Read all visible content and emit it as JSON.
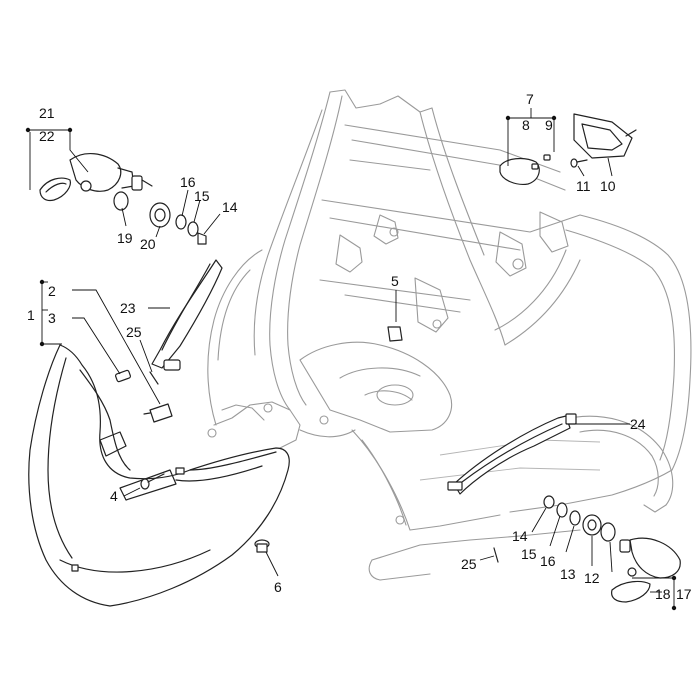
{
  "diagram": {
    "callouts": [
      {
        "id": "c1",
        "text": "1"
      },
      {
        "id": "c2",
        "text": "2"
      },
      {
        "id": "c3",
        "text": "3"
      },
      {
        "id": "c4",
        "text": "4"
      },
      {
        "id": "c5",
        "text": "5"
      },
      {
        "id": "c6",
        "text": "6"
      },
      {
        "id": "c7",
        "text": "7"
      },
      {
        "id": "c8",
        "text": "8"
      },
      {
        "id": "c9",
        "text": "9"
      },
      {
        "id": "c10",
        "text": "10"
      },
      {
        "id": "c11",
        "text": "11"
      },
      {
        "id": "c12",
        "text": "12"
      },
      {
        "id": "c13",
        "text": "13"
      },
      {
        "id": "c14a",
        "text": "14"
      },
      {
        "id": "c14b",
        "text": "14"
      },
      {
        "id": "c15a",
        "text": "15"
      },
      {
        "id": "c15b",
        "text": "15"
      },
      {
        "id": "c16a",
        "text": "16"
      },
      {
        "id": "c16b",
        "text": "16"
      },
      {
        "id": "c17",
        "text": "17"
      },
      {
        "id": "c18",
        "text": "18"
      },
      {
        "id": "c19",
        "text": "19"
      },
      {
        "id": "c20",
        "text": "20"
      },
      {
        "id": "c21",
        "text": "21"
      },
      {
        "id": "c22",
        "text": "22"
      },
      {
        "id": "c23",
        "text": "23"
      },
      {
        "id": "c24",
        "text": "24"
      },
      {
        "id": "c25a",
        "text": "25"
      },
      {
        "id": "c25b",
        "text": "25"
      }
    ]
  }
}
